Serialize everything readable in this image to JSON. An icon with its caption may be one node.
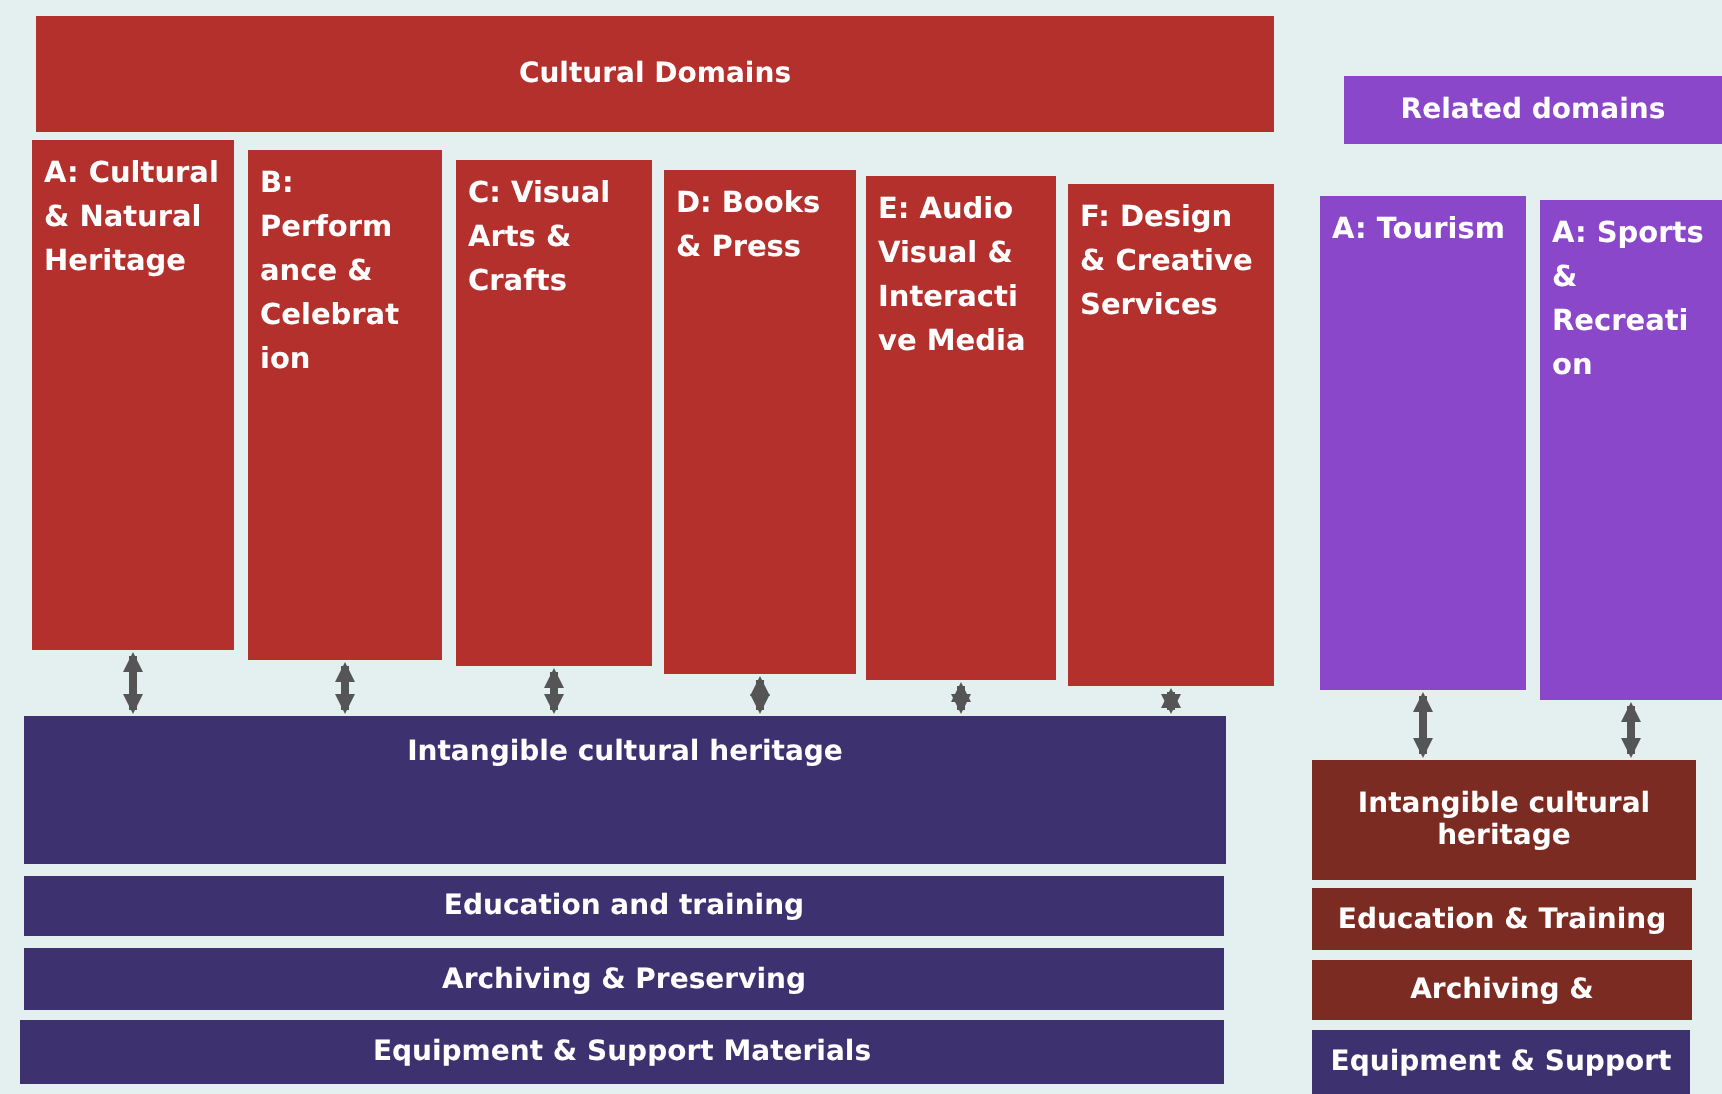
{
  "diagram": {
    "nodes": [
      {
        "text": [
          "Cultural Domains"
        ]
      },
      {
        "text": [
          "A: Cultural & Natural Heritage"
        ]
      },
      {
        "text": [
          "B: Perform ance & Celebrat ion"
        ]
      },
      {
        "text": [
          "C: Visual Arts & Crafts"
        ]
      },
      {
        "text": [
          "D: Books & Press"
        ]
      },
      {
        "text": [
          "E: Audio Visual & Interacti ve Media"
        ]
      },
      {
        "text": [
          "F: Design & Creative Services"
        ]
      },
      {
        "text": [
          "Related domains"
        ]
      },
      {
        "text": [
          "A: Tourism"
        ]
      },
      {
        "text": [
          "A: Sports & Recreati on"
        ]
      },
      {
        "text": [
          "Intangible cultural heritage"
        ]
      },
      {
        "text": [
          "Education and training"
        ]
      },
      {
        "text": [
          "Archiving & Preserving"
        ]
      },
      {
        "text": [
          "Equipment & Support Materials"
        ]
      },
      {
        "text": [
          "Intangible cultural heritage"
        ]
      },
      {
        "text": [
          "Education & Training"
        ]
      },
      {
        "text": [
          "Archiving &"
        ]
      },
      {
        "text": [
          "Equipment & Support"
        ]
      }
    ],
    "edges": [
      {
        "from": 1,
        "to": 10,
        "arrow": "both"
      },
      {
        "from": 2,
        "to": 10,
        "arrow": "both"
      },
      {
        "from": 3,
        "to": 10,
        "arrow": "both"
      },
      {
        "from": 4,
        "to": 10,
        "arrow": "both"
      },
      {
        "from": 5,
        "to": 10,
        "arrow": "both"
      },
      {
        "from": 6,
        "to": 10,
        "arrow": "both"
      },
      {
        "from": 8,
        "to": 14,
        "arrow": "both"
      },
      {
        "from": 9,
        "to": 14,
        "arrow": "both"
      }
    ]
  }
}
